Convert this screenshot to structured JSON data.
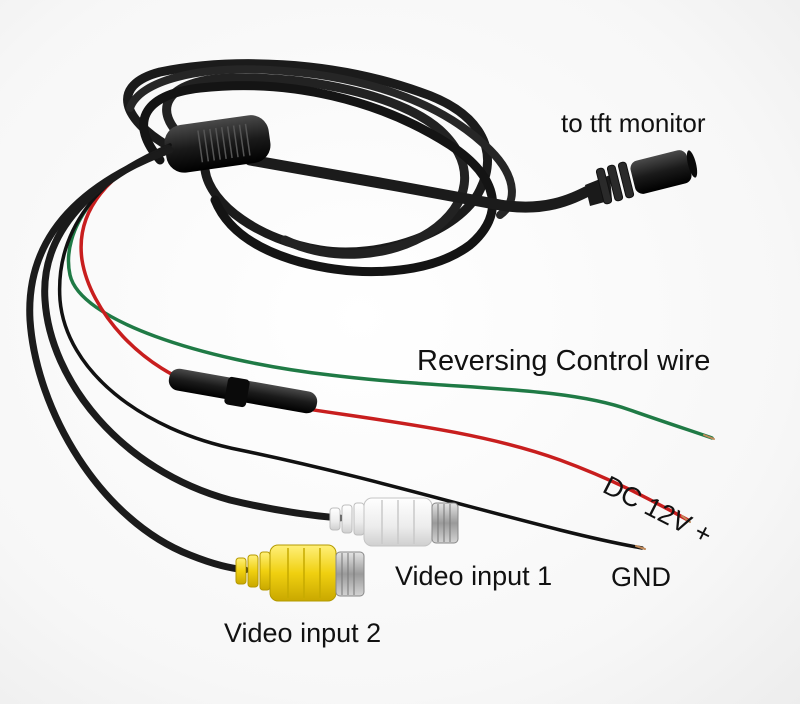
{
  "labels": {
    "tft_monitor": "to tft monitor",
    "reversing": "Reversing Control wire",
    "dc_power": "DC 12V +",
    "video1": "Video input 1",
    "gnd": "GND",
    "video2": "Video input 2"
  },
  "colors": {
    "cable": "#1b1b1b",
    "green_wire": "#1f7a45",
    "red_wire": "#c81e1e",
    "yellow_connector": "#f2d51a",
    "white_connector": "#f4f4f4",
    "metal": "#b9b9b9"
  }
}
